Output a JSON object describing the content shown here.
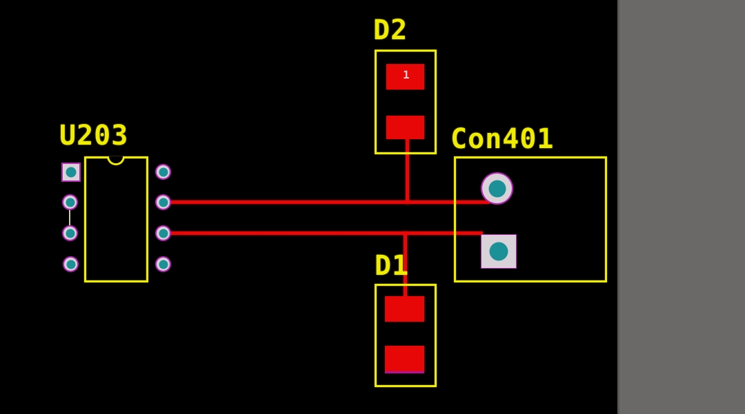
{
  "view": {
    "type": "pcb-layout-canvas",
    "background_color": "#000000"
  },
  "colors": {
    "bg": "#000000",
    "silk": "#f0ec00",
    "copper": "#e80707",
    "padw": "#d9d2d9",
    "teal": "#1b9096",
    "ring": "#b52ab5",
    "net": "#cfcf9b",
    "pin1": "#f2c9c9",
    "panel": "#6b6868",
    "panelEdge": "#595656"
  },
  "components": {
    "u203": {
      "designator": "U203"
    },
    "d2": {
      "designator": "D2",
      "pin1_marker": "1"
    },
    "d1": {
      "designator": "D1"
    },
    "con401": {
      "designator": "Con401"
    }
  }
}
